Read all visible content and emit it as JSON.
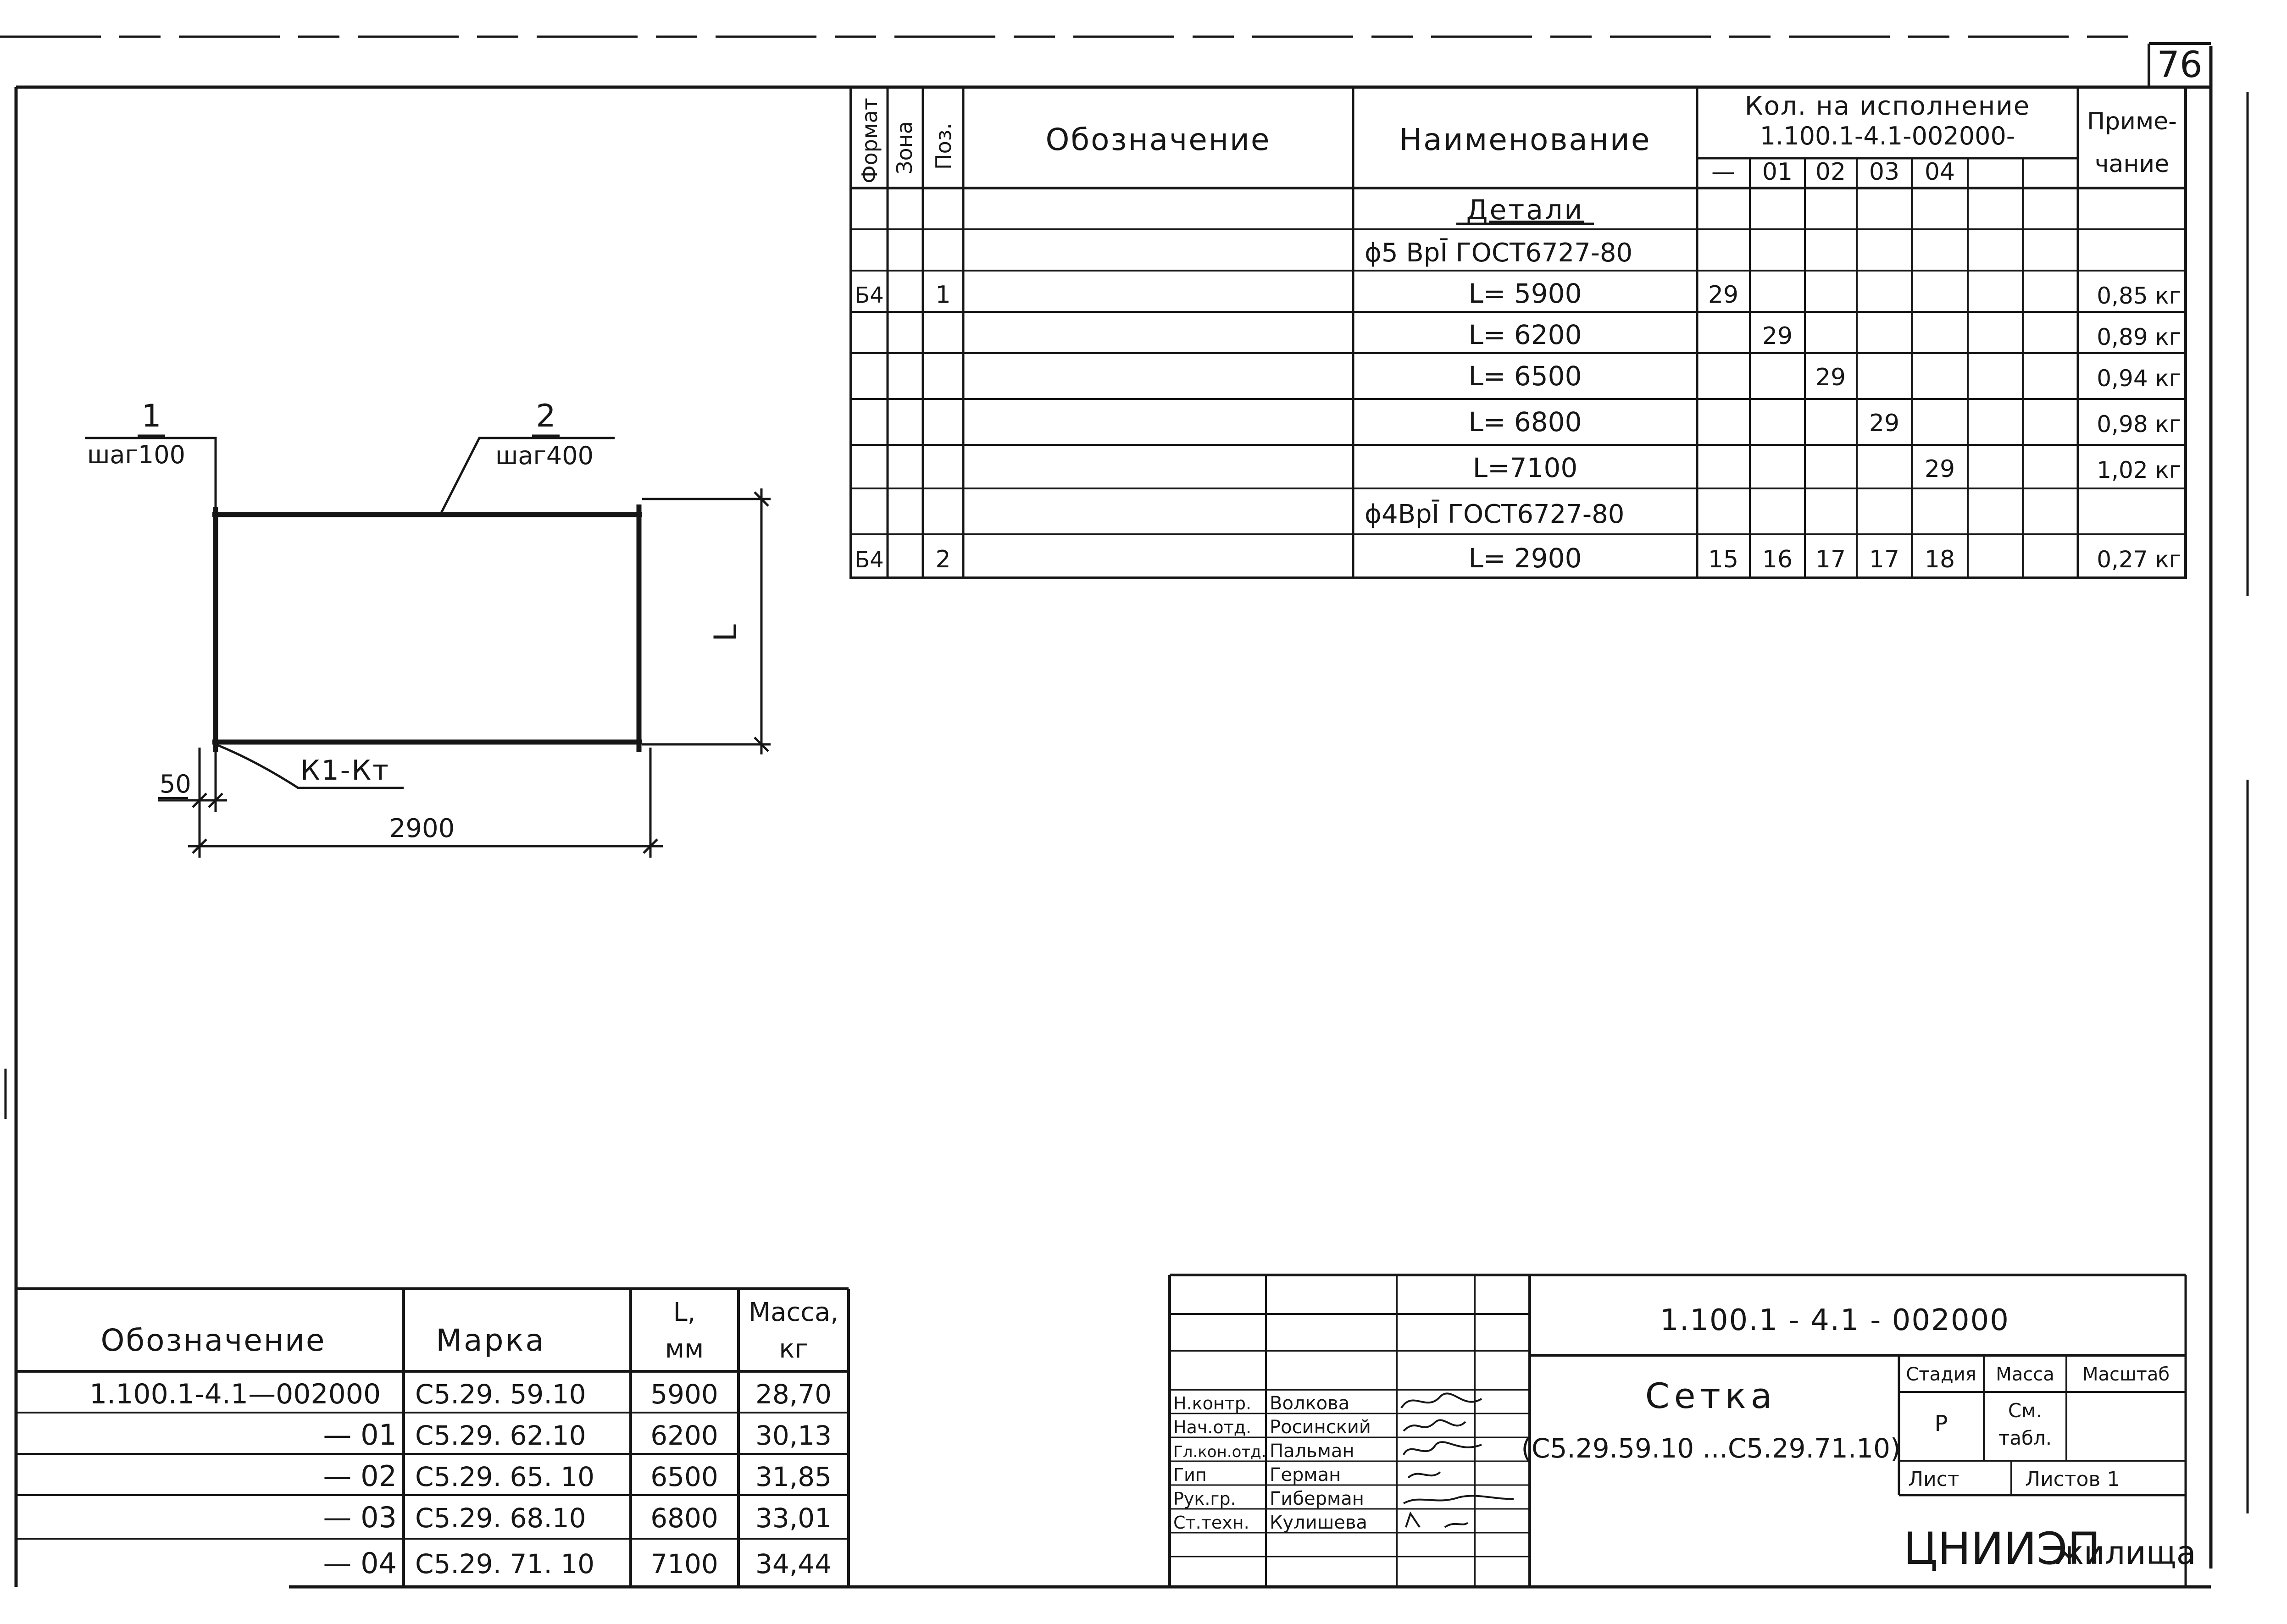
{
  "sheet_number": "76",
  "spec": {
    "headers": {
      "format": "Формат",
      "zone": "Зона",
      "pos": "Поз.",
      "designation": "Обозначение",
      "name": "Наименование",
      "qty_title": "Кол. на исполнение",
      "qty_doc": "1.100.1-4.1-002000-",
      "note_1": "Приме-",
      "note_2": "чание"
    },
    "variants": [
      "—",
      "01",
      "02",
      "03",
      "04",
      "",
      ""
    ],
    "rows": [
      {
        "format": "",
        "pos": "",
        "name": "Детали",
        "qty": [
          "",
          "",
          "",
          "",
          ""
        ],
        "note": ""
      },
      {
        "format": "",
        "pos": "",
        "name": "ϕ5 ВрĪ ГОСТ6727-80",
        "qty": [
          "",
          "",
          "",
          "",
          ""
        ],
        "note": ""
      },
      {
        "format": "Б4",
        "pos": "1",
        "name": "L= 5900",
        "qty": [
          "29",
          "",
          "",
          "",
          ""
        ],
        "note": "0,85 кг"
      },
      {
        "format": "",
        "pos": "",
        "name": "L= 6200",
        "qty": [
          "",
          "29",
          "",
          "",
          ""
        ],
        "note": "0,89 кг"
      },
      {
        "format": "",
        "pos": "",
        "name": "L= 6500",
        "qty": [
          "",
          "",
          "29",
          "",
          ""
        ],
        "note": "0,94 кг"
      },
      {
        "format": "",
        "pos": "",
        "name": "L= 6800",
        "qty": [
          "",
          "",
          "",
          "29",
          ""
        ],
        "note": "0,98 кг"
      },
      {
        "format": "",
        "pos": "",
        "name": "L=7100",
        "qty": [
          "",
          "",
          "",
          "",
          "29"
        ],
        "note": "1,02 кг"
      },
      {
        "format": "",
        "pos": "",
        "name": "ϕ4ВрĪ ГОСТ6727-80",
        "qty": [
          "",
          "",
          "",
          "",
          ""
        ],
        "note": ""
      },
      {
        "format": "Б4",
        "pos": "2",
        "name": "L= 2900",
        "qty": [
          "15",
          "16",
          "17",
          "17",
          "18"
        ],
        "note": "0,27 кг"
      }
    ]
  },
  "drawing": {
    "pos1": "1",
    "pos1_step": "шаг100",
    "pos2": "2",
    "pos2_step": "шаг400",
    "dim_L": "L",
    "dim_50": "50",
    "dim_width": "2900",
    "weld": "К1-Кт"
  },
  "marks": {
    "headers": {
      "designation": "Обозначение",
      "mark": "Марка",
      "length_1": "L,",
      "length_2": "мм",
      "mass_1": "Масса,",
      "mass_2": "кг"
    },
    "rows": [
      {
        "designation": "1.100.1-4.1—002000",
        "mark": "С5.29. 59.10",
        "length": "5900",
        "mass": "28,70"
      },
      {
        "designation": "— 01",
        "mark": "С5.29. 62.10",
        "length": "6200",
        "mass": "30,13"
      },
      {
        "designation": "— 02",
        "mark": "С5.29. 65. 10",
        "length": "6500",
        "mass": "31,85"
      },
      {
        "designation": "— 03",
        "mark": "С5.29. 68.10",
        "length": "6800",
        "mass": "33,01"
      },
      {
        "designation": "— 04",
        "mark": "С5.29. 71. 10",
        "length": "7100",
        "mass": "34,44"
      }
    ]
  },
  "title_block": {
    "doc_number": "1.100.1 - 4.1 - 002000",
    "title": "Сетка",
    "subtitle": "(С5.29.59.10 ...С5.29.71.10)",
    "stage_label": "Стадия",
    "mass_label": "Масса",
    "scale_label": "Масштаб",
    "stage_value": "Р",
    "mass_value_1": "См.",
    "mass_value_2": "табл.",
    "sheet_label": "Лист",
    "sheets_label": "Листов 1",
    "org_a": "ЦНИИЭП",
    "org_b": "жилища",
    "people": [
      {
        "role": "Н.контр.",
        "name": "Волкова"
      },
      {
        "role": "Нач.отд.",
        "name": "Росинский"
      },
      {
        "role": "Гл.кон.отд.",
        "name": "Пальман"
      },
      {
        "role": "Гип",
        "name": "Герман"
      },
      {
        "role": "Рук.гр.",
        "name": "Гиберман"
      },
      {
        "role": "Ст.техн.",
        "name": "Кулишева"
      }
    ]
  }
}
